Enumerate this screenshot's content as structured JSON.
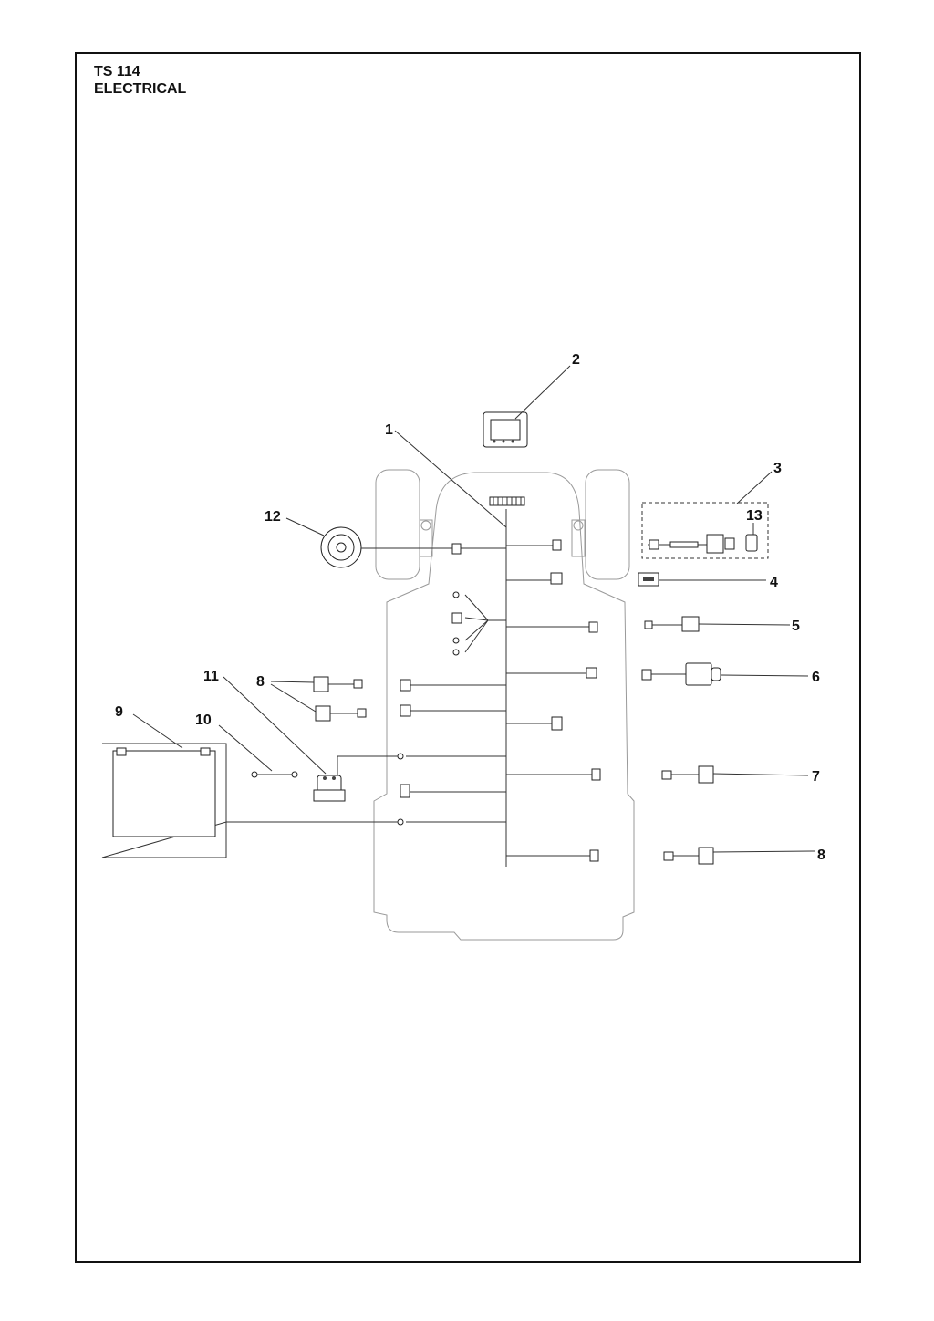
{
  "title": {
    "model": "TS 114",
    "section": "ELECTRICAL"
  },
  "callouts": [
    {
      "id": "c1",
      "label": "1"
    },
    {
      "id": "c2",
      "label": "2"
    },
    {
      "id": "c3",
      "label": "3"
    },
    {
      "id": "c4",
      "label": "4"
    },
    {
      "id": "c5",
      "label": "5"
    },
    {
      "id": "c6",
      "label": "6"
    },
    {
      "id": "c7",
      "label": "7"
    },
    {
      "id": "c8a",
      "label": "8"
    },
    {
      "id": "c8b",
      "label": "8"
    },
    {
      "id": "c9",
      "label": "9"
    },
    {
      "id": "c10",
      "label": "10"
    },
    {
      "id": "c11",
      "label": "11"
    },
    {
      "id": "c12",
      "label": "12"
    },
    {
      "id": "c13",
      "label": "13"
    }
  ],
  "colors": {
    "line": "#333333",
    "outline": "#9a9a9a",
    "frame": "#111111"
  }
}
